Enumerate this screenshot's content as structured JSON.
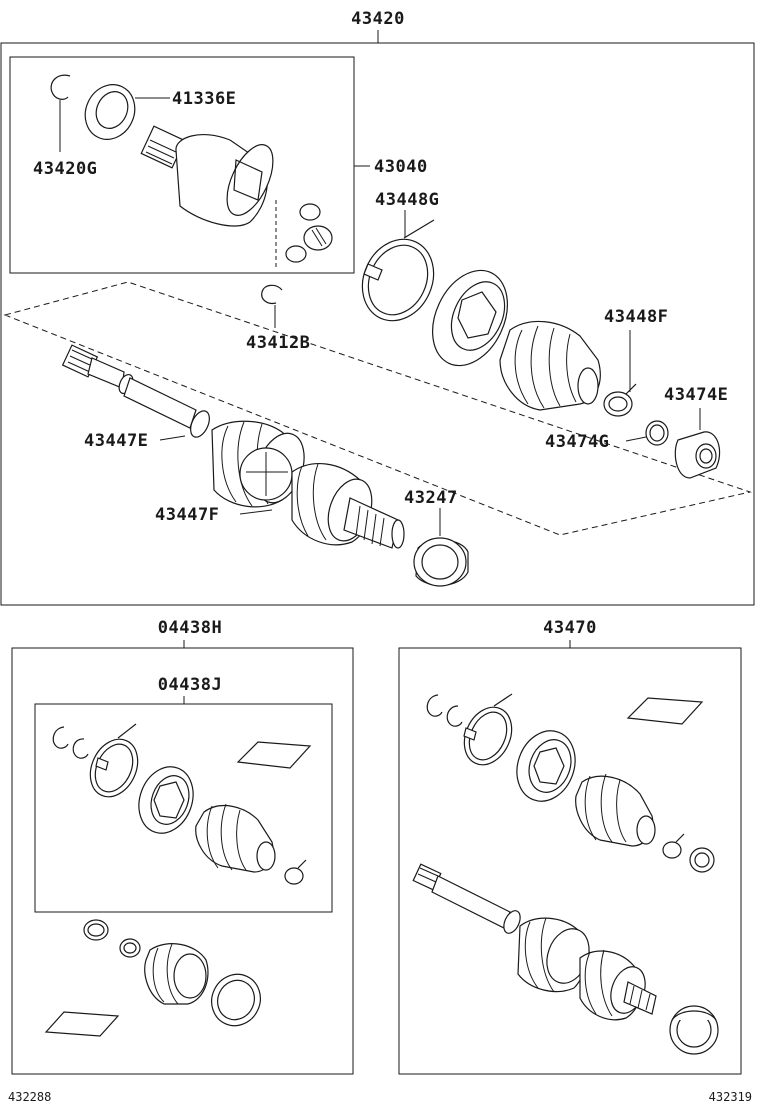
{
  "labels": {
    "assembly_main": "43420",
    "inner_box": "43040",
    "seal_41336E": "41336E",
    "snapring_43420G": "43420G",
    "clamp_43448G": "43448G",
    "snapring_43412B": "43412B",
    "clamp_43448F": "43448F",
    "ring_43474E": "43474E",
    "ring_43474G": "43474G",
    "clamp_43447E": "43447E",
    "clamp_43447F": "43447F",
    "seal_43247": "43247",
    "kit_outer": "04438H",
    "kit_inner": "04438J",
    "assembly_alt": "43470"
  },
  "footer": {
    "left_code": "432288",
    "right_code": "432319"
  }
}
